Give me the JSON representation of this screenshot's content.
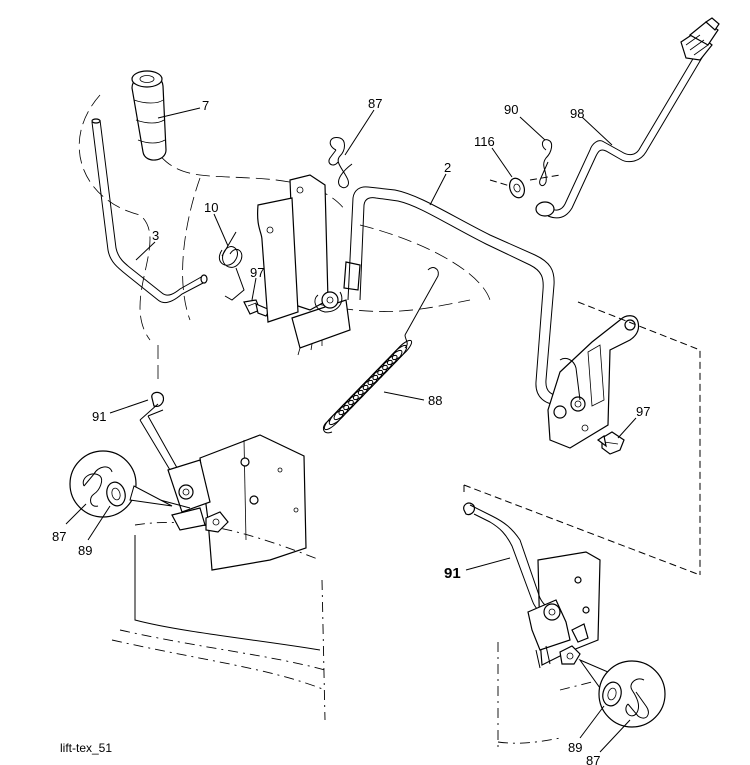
{
  "caption": "lift-tex_51",
  "callouts": {
    "p7": "7",
    "p87_top": "87",
    "p90": "90",
    "p98": "98",
    "p116": "116",
    "p2": "2",
    "p10": "10",
    "p3": "3",
    "p97_left": "97",
    "p88": "88",
    "p97_right": "97",
    "p91_left": "91",
    "p87_left": "87",
    "p89_left": "89",
    "p91_right": "91",
    "p89_right": "89",
    "p87_right": "87"
  }
}
